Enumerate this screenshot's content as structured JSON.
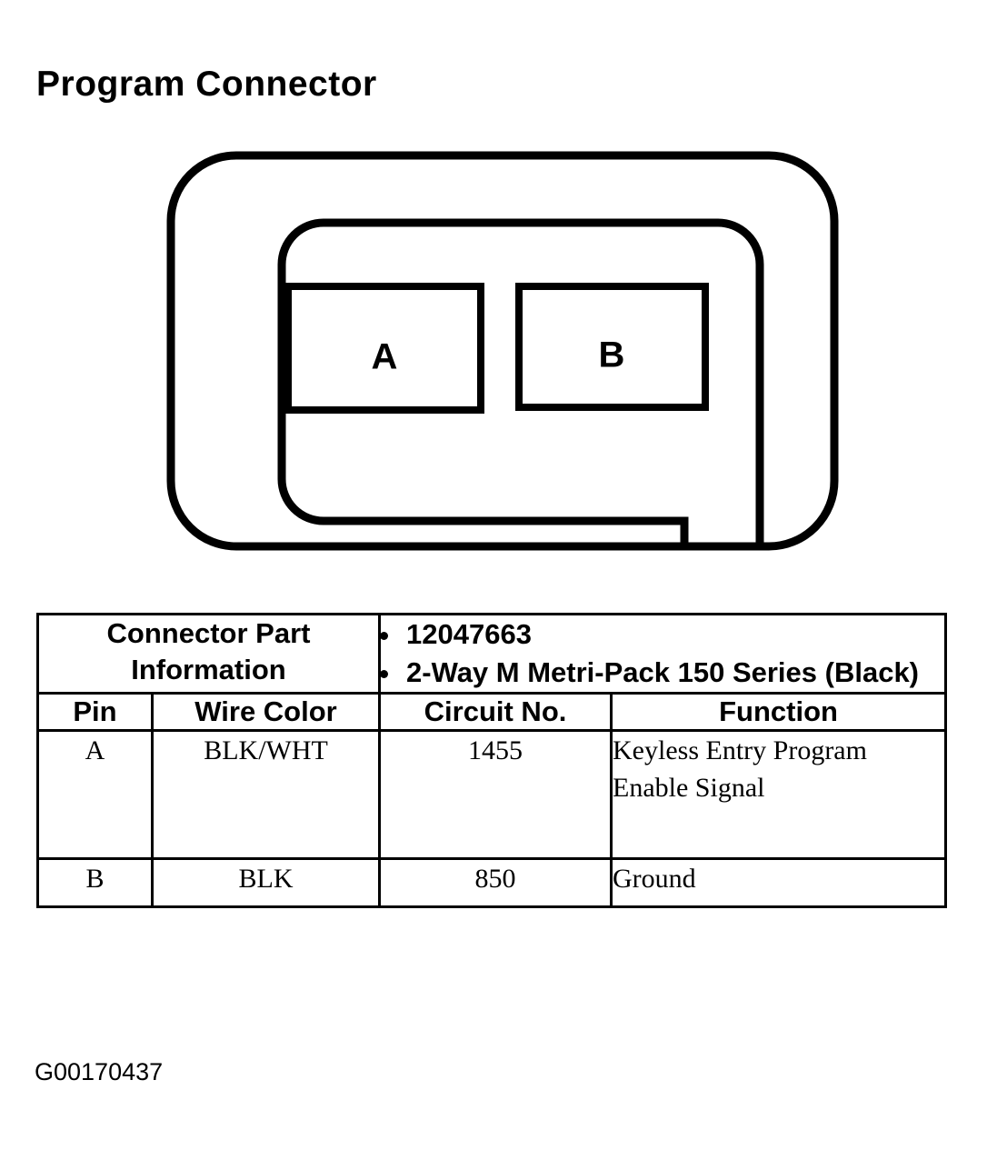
{
  "page": {
    "title": "Program Connector",
    "figure_id": "G00170437"
  },
  "connector_figure": {
    "pins": [
      {
        "label": "A"
      },
      {
        "label": "B"
      }
    ]
  },
  "table": {
    "part_info": {
      "label": "Connector Part Information",
      "items": [
        "12047663",
        "2-Way M Metri-Pack 150 Series (Black)"
      ]
    },
    "headers": {
      "pin": "Pin",
      "wire_color": "Wire Color",
      "circuit_no": "Circuit No.",
      "function": "Function"
    },
    "rows": [
      {
        "pin": "A",
        "wire_color": "BLK/WHT",
        "circuit_no": "1455",
        "function": "Keyless Entry Program Enable Signal"
      },
      {
        "pin": "B",
        "wire_color": "BLK",
        "circuit_no": "850",
        "function": "Ground"
      }
    ]
  },
  "colors": {
    "ink": "#000000",
    "paper": "#ffffff"
  }
}
